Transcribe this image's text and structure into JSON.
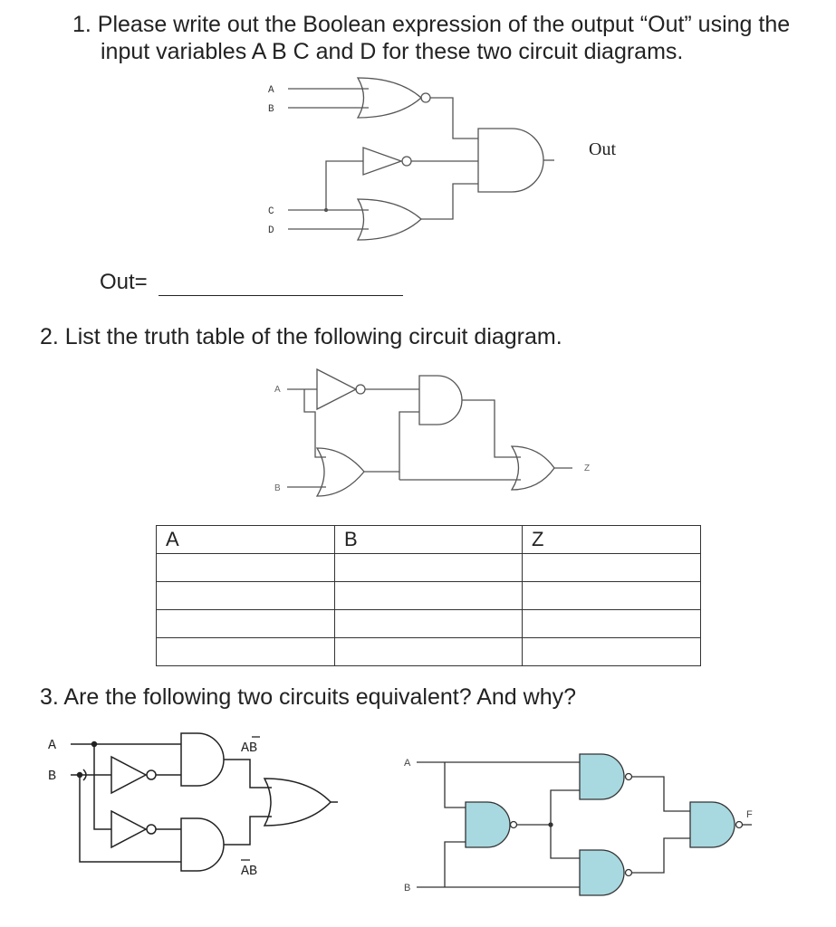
{
  "q1": {
    "line1": "1. Please write out the Boolean expression of the output “Out” using the",
    "line2": "input variables A B C and D for these two circuit diagrams.",
    "inputs": [
      "A",
      "B",
      "C",
      "D"
    ],
    "output_label": "Out",
    "answer_label": "Out="
  },
  "q2": {
    "text": "2. List the truth table of the following circuit diagram.",
    "inputs": [
      "A",
      "B"
    ],
    "output_label": "Z",
    "table": {
      "headers": [
        "A",
        "B",
        "Z"
      ],
      "rows": [
        [
          "",
          "",
          ""
        ],
        [
          "",
          "",
          ""
        ],
        [
          "",
          "",
          ""
        ],
        [
          "",
          "",
          ""
        ]
      ]
    }
  },
  "q3": {
    "text": "3. Are the following two circuits equivalent? And why?",
    "left": {
      "inputs": [
        "A",
        "B"
      ],
      "label_top": "AB",
      "label_bottom": "AB"
    },
    "right": {
      "inputs": [
        "A",
        "B"
      ],
      "output_label": "F"
    },
    "gate_fill": "#a8d8e0"
  }
}
